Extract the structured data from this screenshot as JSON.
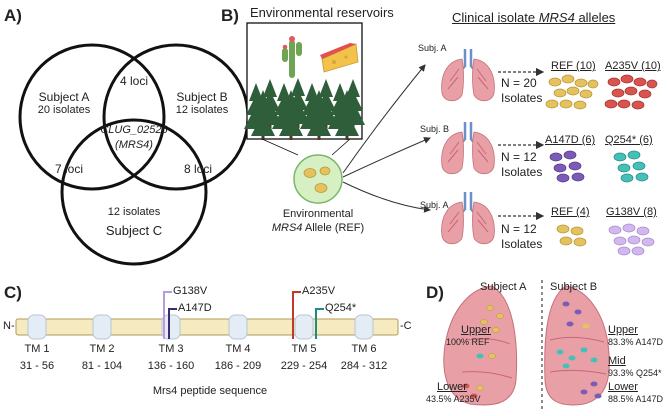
{
  "panel_a": {
    "label": "A)",
    "subject_a": "Subject A",
    "subject_a_count": "20 isolates",
    "subject_b": "Subject B",
    "subject_b_count": "12 isolates",
    "subject_c": "Subject C",
    "subject_c_count": "12 isolates",
    "ab_overlap": "4 loci",
    "ac_overlap": "7 loci",
    "bc_overlap": "8 loci",
    "center_gene": "CLUG_02526",
    "center_sub": "(MRS4)"
  },
  "panel_b": {
    "label": "B)",
    "env_title": "Environmental reservoirs",
    "env_caption_1": "Environmental",
    "env_caption_2_it": "MRS4",
    "env_caption_2": " Allele (REF)",
    "clinical_title_1": "Clinical isolate ",
    "clinical_title_it": "MRS4",
    "clinical_title_2": " alleles",
    "rows": [
      {
        "subj": "Subj. A",
        "n": "N = 20",
        "iso": "Isolates",
        "allele1": "REF (10)",
        "allele2": "A235V (10)"
      },
      {
        "subj": "Subj. B",
        "n": "N = 12",
        "iso": "Isolates",
        "allele1": "A147D (6)",
        "allele2": "Q254* (6)"
      },
      {
        "subj": "Subj. A",
        "n": "N = 12",
        "iso": "Isolates",
        "allele1": "REF (4)",
        "allele2": "G138V (8)"
      }
    ]
  },
  "panel_c": {
    "label": "C)",
    "n_term": "N-",
    "c_term": "-C",
    "mutations": [
      "G138V",
      "A147D",
      "A235V",
      "Q254*"
    ],
    "tms": [
      {
        "name": "TM 1",
        "range": "31 - 56"
      },
      {
        "name": "TM 2",
        "range": "81 - 104"
      },
      {
        "name": "TM 3",
        "range": "136 - 160"
      },
      {
        "name": "TM 4",
        "range": "186 - 209"
      },
      {
        "name": "TM 5",
        "range": "229 - 254"
      },
      {
        "name": "TM 6",
        "range": "284 - 312"
      }
    ],
    "caption": "Mrs4 peptide sequence"
  },
  "panel_d": {
    "label": "D)",
    "subject_a": "Subject A",
    "subject_b": "Subject B",
    "a_upper": "Upper",
    "a_upper_val": "100% REF",
    "a_lower": "Lower",
    "a_lower_val": "43.5% A235V",
    "b_upper": "Upper",
    "b_upper_val": "83.3% A147D",
    "b_mid": "Mid",
    "b_mid_val": "93.3% Q254*",
    "b_lower": "Lower",
    "b_lower_val": "88.5% A147D"
  },
  "colors": {
    "ref": "#e4c25f",
    "a235v": "#d9534f",
    "a147d": "#7b5bb7",
    "q254": "#45c0b8",
    "g138v": "#d2b7f0",
    "lung": "#e8a0a6",
    "protein": "#f5eac0",
    "tree": "#2f5e3a"
  }
}
